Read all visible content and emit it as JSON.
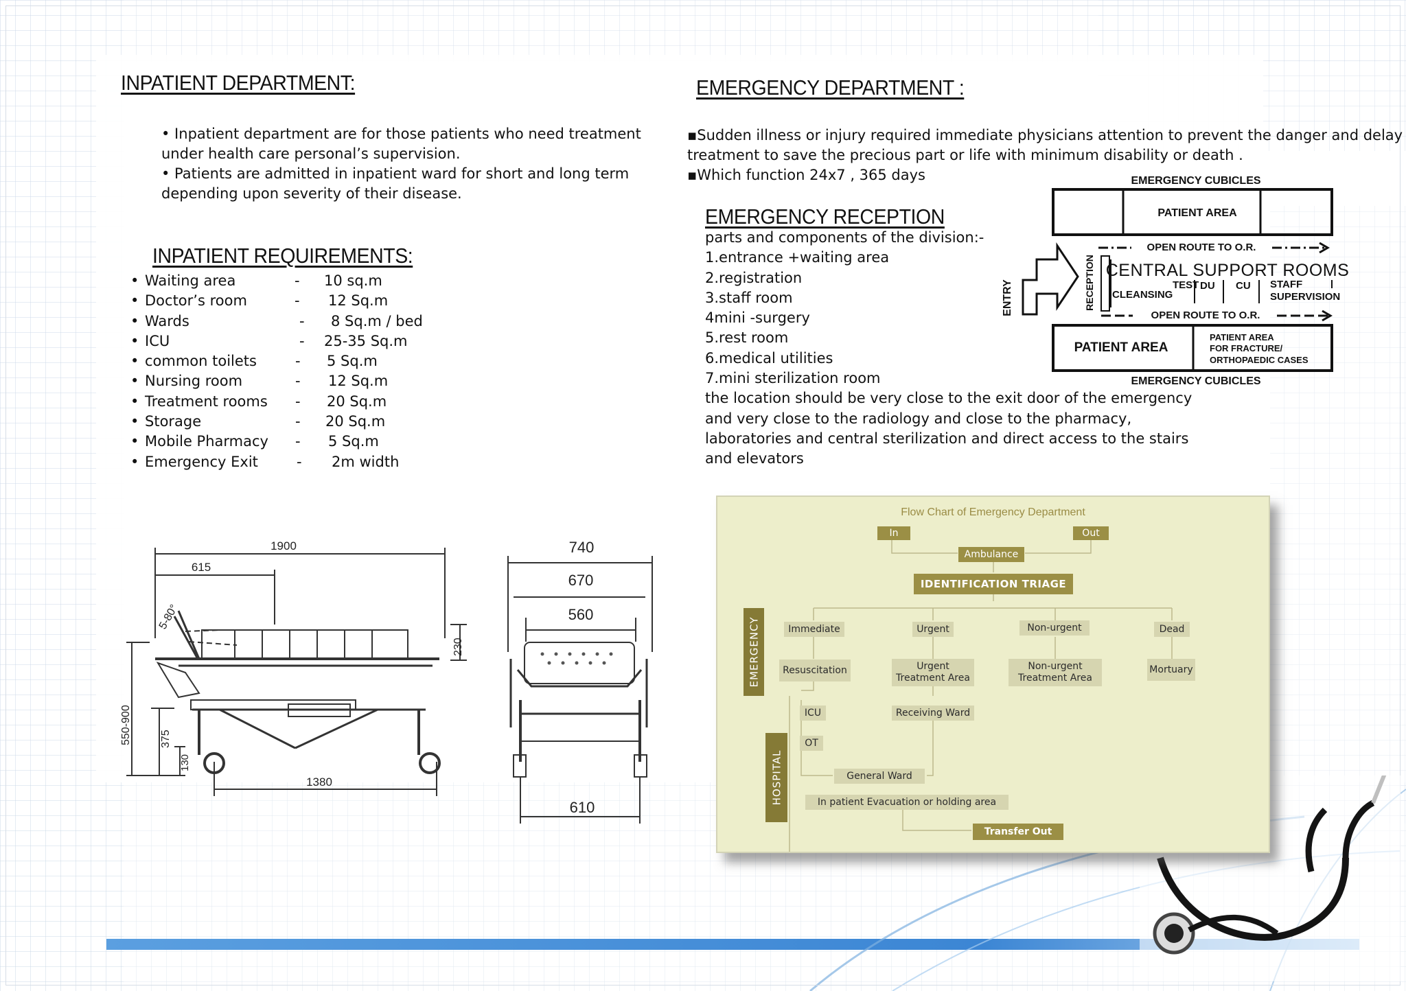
{
  "inpatient": {
    "heading": "INPATIENT DEPARTMENT:",
    "bullets": [
      "• Inpatient department are for those patients who need treatment",
      "under health care personal’s supervision.",
      "•   Patients are admitted in inpatient ward for short and long term",
      "depending upon severity of their disease."
    ]
  },
  "requirements": {
    "heading": "INPATIENT REQUIREMENTS:",
    "items": [
      {
        "bullet": "•",
        "name": "Waiting area",
        "dash": "-",
        "value": "10 sq.m"
      },
      {
        "bullet": "•",
        "name": "Doctor’s room",
        "dash": "-",
        "value": "12 Sq.m"
      },
      {
        "bullet": "•",
        "name": "Wards",
        "dash": "-",
        "value": "8 Sq.m / bed"
      },
      {
        "bullet": "•",
        "name": "ICU",
        "dash": "-",
        "value": "25-35 Sq.m"
      },
      {
        "bullet": "•",
        "name": "common toilets",
        "dash": "-",
        "value": "5 Sq.m"
      },
      {
        "bullet": "•",
        "name": "Nursing room",
        "dash": "-",
        "value": "12 Sq.m"
      },
      {
        "bullet": "•",
        "name": "Treatment rooms",
        "dash": "-",
        "value": "20 Sq.m"
      },
      {
        "bullet": "•",
        "name": "Storage",
        "dash": "-",
        "value": "20 Sq.m"
      },
      {
        "bullet": "•",
        "name": "Mobile Pharmacy",
        "dash": "-",
        "value": "5 Sq.m"
      },
      {
        "bullet": "•",
        "name": "Emergency Exit",
        "dash": "-",
        "value": "2m width"
      }
    ]
  },
  "emergency": {
    "heading": "EMERGENCY DEPARTMENT :",
    "lines": [
      "▪Sudden illness or injury required immediate physicians attention to prevent the danger and delay in",
      "treatment to save the precious part or life with minimum disability or death .",
      "▪Which  function 24x7 , 365 days"
    ]
  },
  "reception": {
    "heading": "EMERGENCY  RECEPTION",
    "lines": [
      "parts and components of the division:-",
      "1.entrance +waiting area",
      "2.registration",
      "3.staff room",
      "4mini -surgery",
      "5.rest room",
      "6.medical utilities",
      "7.mini sterilization room",
      "the location should be very close to the exit door of the emergency",
      "and very close to the radiology and close to the pharmacy,",
      "laboratories and central sterilization and direct access to the stairs",
      "and elevators"
    ]
  },
  "layout_diagram": {
    "top_label": "EMERGENCY CUBICLES",
    "patient_area_top": "PATIENT AREA",
    "open_route_top": "OPEN ROUTE TO O.R.",
    "entry": "ENTRY",
    "reception": "RECEPTION",
    "central": "CENTRAL  SUPPORT ROOMS",
    "test": "TEST",
    "cleansing": "CLEANSING",
    "du": "DU",
    "cu": "CU",
    "staff": "STAFF",
    "supervision": "SUPERVISION",
    "open_route_bottom": "OPEN ROUTE TO O.R.",
    "patient_area_bottom": "PATIENT AREA",
    "fracture_1": "PATIENT AREA",
    "fracture_2": "FOR FRACTURE/",
    "fracture_3": "ORTHOPAEDIC CASES",
    "bottom_label": "EMERGENCY CUBICLES"
  },
  "bed_drawing": {
    "dim_1900": "1900",
    "dim_615": "615",
    "dim_angle": "5-80°",
    "dim_230": "230",
    "dim_550_900": "550-900",
    "dim_375": "375",
    "dim_130": "130",
    "dim_1380": "1380",
    "dim_740": "740",
    "dim_670": "670",
    "dim_560": "560",
    "dim_610": "610"
  },
  "flowchart": {
    "title": "Flow Chart of Emergency Department",
    "in": "In",
    "out": "Out",
    "ambulance": "Ambulance",
    "triage": "IDENTIFICATION TRIAGE",
    "emergency_label": "EMERGENCY",
    "hospital_label": "HOSPITAL",
    "immediate": "Immediate",
    "urgent": "Urgent",
    "non_urgent": "Non-urgent",
    "dead": "Dead",
    "resuscitation": "Resuscitation",
    "urgent_treatment_1": "Urgent",
    "urgent_treatment_2": "Treatment Area",
    "non_urgent_treatment_1": "Non-urgent",
    "non_urgent_treatment_2": "Treatment Area",
    "mortuary": "Mortuary",
    "icu": "ICU",
    "ot": "OT",
    "receiving_ward": "Receiving Ward",
    "general_ward": "General Ward",
    "inpatient_evac": "In patient Evacuation or holding area",
    "transfer_out": "Transfer Out"
  },
  "colors": {
    "flow_bg": "#edeecb",
    "flow_box": "#d6d5b0",
    "flow_dark": "#9b8f45",
    "accent_blue": "#4a90d9"
  }
}
